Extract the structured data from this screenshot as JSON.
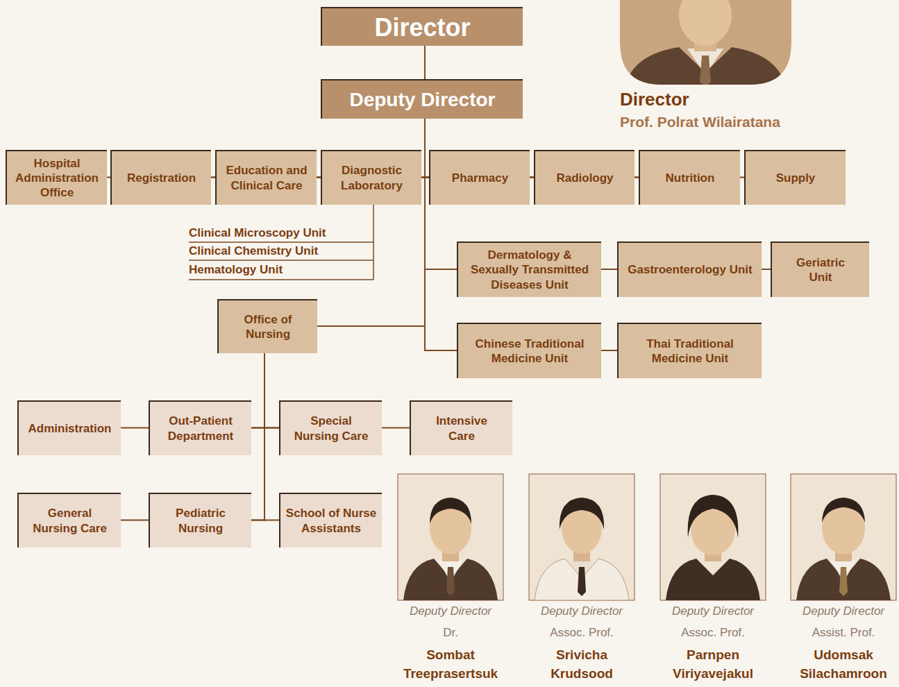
{
  "diagram": {
    "nodes": [
      {
        "text": [
          "Director"
        ]
      },
      {
        "text": [
          "Deputy Director"
        ]
      },
      {
        "text": [
          "Hospital Administration Office"
        ]
      },
      {
        "text": [
          "Registration"
        ]
      },
      {
        "text": [
          "Education and Clinical Care"
        ]
      },
      {
        "text": [
          "Diagnostic Laboratory"
        ]
      },
      {
        "text": [
          "Pharmacy"
        ]
      },
      {
        "text": [
          "Radiology"
        ]
      },
      {
        "text": [
          "Nutrition"
        ]
      },
      {
        "text": [
          "Supply"
        ]
      },
      {
        "text": [
          "Dermatology & Sexually Transmitted Diseases Unit"
        ]
      },
      {
        "text": [
          "Gastroenterology Unit"
        ]
      },
      {
        "text": [
          "Geriatric Unit"
        ]
      },
      {
        "text": [
          "Chinese Traditional Medicine Unit"
        ]
      },
      {
        "text": [
          "Thai Traditional Medicine Unit"
        ]
      },
      {
        "text": [
          "Office of Nursing"
        ]
      },
      {
        "text": [
          "Administration"
        ]
      },
      {
        "text": [
          "Out-Patient Department"
        ]
      },
      {
        "text": [
          "Special Nursing Care"
        ]
      },
      {
        "text": [
          "Intensive Care"
        ]
      },
      {
        "text": [
          "General Nursing Care"
        ]
      },
      {
        "text": [
          "Pediatric Nursing"
        ]
      },
      {
        "text": [
          "School of Nurse Assistants"
        ]
      }
    ],
    "edges": [
      {
        "from": 0,
        "to": 1,
        "arrow": "none"
      },
      {
        "from": 1,
        "to": 2,
        "arrow": "none"
      },
      {
        "from": 1,
        "to": 3,
        "arrow": "none"
      },
      {
        "from": 1,
        "to": 4,
        "arrow": "none"
      },
      {
        "from": 1,
        "to": 5,
        "arrow": "none"
      },
      {
        "from": 1,
        "to": 6,
        "arrow": "none"
      },
      {
        "from": 1,
        "to": 7,
        "arrow": "none"
      },
      {
        "from": 1,
        "to": 8,
        "arrow": "none"
      },
      {
        "from": 1,
        "to": 9,
        "arrow": "none"
      },
      {
        "from": 1,
        "to": 10,
        "arrow": "none"
      },
      {
        "from": 1,
        "to": 11,
        "arrow": "none"
      },
      {
        "from": 1,
        "to": 12,
        "arrow": "none"
      },
      {
        "from": 1,
        "to": 13,
        "arrow": "none"
      },
      {
        "from": 1,
        "to": 14,
        "arrow": "none"
      },
      {
        "from": 1,
        "to": 15,
        "arrow": "none"
      },
      {
        "from": 15,
        "to": 16,
        "arrow": "none"
      },
      {
        "from": 15,
        "to": 17,
        "arrow": "none"
      },
      {
        "from": 15,
        "to": 18,
        "arrow": "none"
      },
      {
        "from": 15,
        "to": 19,
        "arrow": "none"
      },
      {
        "from": 15,
        "to": 20,
        "arrow": "none"
      },
      {
        "from": 15,
        "to": 21,
        "arrow": "none"
      },
      {
        "from": 15,
        "to": 22,
        "arrow": "none"
      }
    ],
    "labels": [
      "Director",
      "Prof. Polrat Wilairatana",
      "Clinical Microscopy Unit",
      "Clinical Chemistry Unit",
      "Hematology Unit",
      "Deputy Director",
      "Dr.",
      "Sombat Treeprasertsuk",
      "Deputy Director",
      "Assoc. Prof.",
      "Srivicha Krudsood",
      "Deputy Director",
      "Assoc. Prof.",
      "Parnpen Viriyavejakul",
      "Deputy Director",
      "Assist. Prof.",
      "Udomsak Silachamroon"
    ]
  }
}
